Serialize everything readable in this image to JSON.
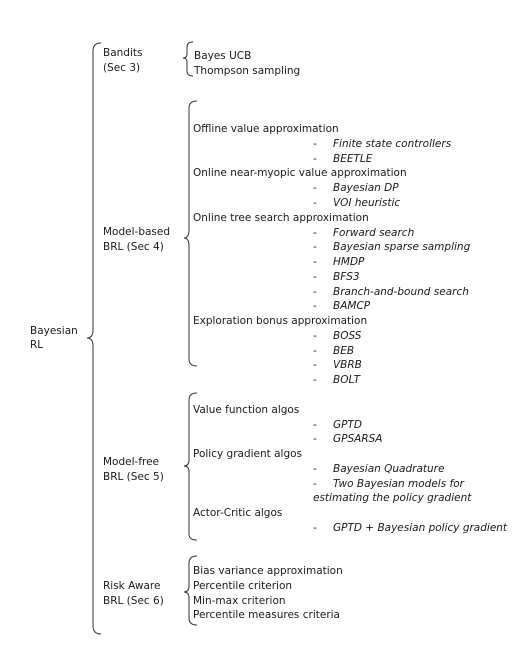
{
  "root": {
    "line1": "Bayesian",
    "line2": "RL"
  },
  "categories": {
    "bandits": {
      "line1": "Bandits",
      "line2": "(Sec 3)"
    },
    "model_based": {
      "line1": "Model-based",
      "line2": "BRL (Sec 4)"
    },
    "model_free": {
      "line1": "Model-free",
      "line2": "BRL (Sec 5)"
    },
    "risk_aware": {
      "line1": "Risk Aware",
      "line2": "BRL (Sec 6)"
    }
  },
  "bandits_items": [
    "Bayes UCB",
    "Thompson sampling"
  ],
  "model_based_groups": [
    {
      "heading": "Offline value approximation",
      "items": [
        "Finite state controllers",
        "BEETLE"
      ]
    },
    {
      "heading": "Online near-myopic value approximation",
      "items": [
        "Bayesian DP",
        "VOI heuristic"
      ]
    },
    {
      "heading": "Online tree search approximation",
      "items": [
        "Forward search",
        "Bayesian sparse sampling",
        "HMDP",
        "BFS3",
        "Branch-and-bound search",
        "BAMCP"
      ]
    },
    {
      "heading": "Exploration bonus approximation",
      "items": [
        "BOSS",
        "BEB",
        "VBRB",
        "BOLT"
      ]
    }
  ],
  "model_free_groups": [
    {
      "heading": "Value function algos",
      "items": [
        "GPTD",
        "GPSARSA"
      ]
    },
    {
      "heading": "Policy gradient algos",
      "items": [
        "Bayesian Quadrature",
        "Two Bayesian models for",
        "estimating the policy gradient"
      ]
    },
    {
      "heading": "Actor-Critic algos",
      "items": [
        "GPTD + Bayesian policy gradient"
      ]
    }
  ],
  "risk_aware_items": [
    "Bias variance approximation",
    "Percentile criterion",
    "Min-max criterion",
    "Percentile measures criteria"
  ],
  "dash_symbol": "-"
}
